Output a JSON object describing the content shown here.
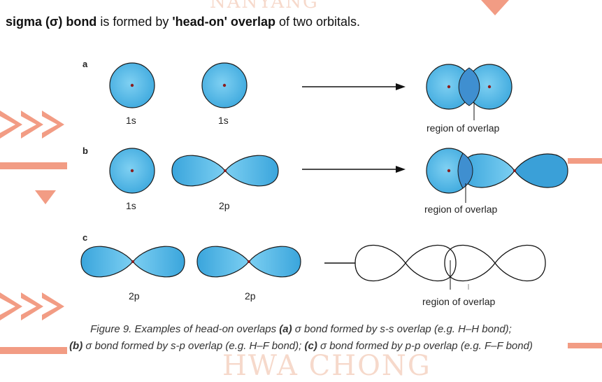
{
  "watermark": {
    "top": "NANYANG",
    "bottom": "HWA CHONG"
  },
  "heading": {
    "part1": "sigma (σ) bond",
    "part2": " is formed by ",
    "part3": "'head-on' overlap",
    "part4": " of two orbitals."
  },
  "diagram": {
    "row_a": {
      "letter": "a",
      "label_left": "1s",
      "label_right": "1s",
      "overlap_label": "region of overlap"
    },
    "row_b": {
      "letter": "b",
      "label_left": "1s",
      "label_right": "2p",
      "overlap_label": "region of overlap"
    },
    "row_c": {
      "letter": "c",
      "label_left": "2p",
      "label_right": "2p",
      "overlap_label": "region of overlap"
    }
  },
  "caption": {
    "line1_pre": "Figure 9. Examples of head-on overlaps ",
    "line1_a": "(a)",
    "line1_post": " σ bond formed by s-s overlap (e.g. H–H bond);",
    "line2_b": "(b)",
    "line2_mid1": " σ bond formed by s-p overlap (e.g. H–F bond); ",
    "line2_c": "(c)",
    "line2_mid2": " σ bond formed by p-p overlap (e.g. F–F bond)"
  },
  "colors": {
    "orbital_fill": "#4fb7e6",
    "orbital_stroke": "#1a1a1a",
    "overlap_fill": "#3a8fd0",
    "watermark": "#e84a1f"
  }
}
